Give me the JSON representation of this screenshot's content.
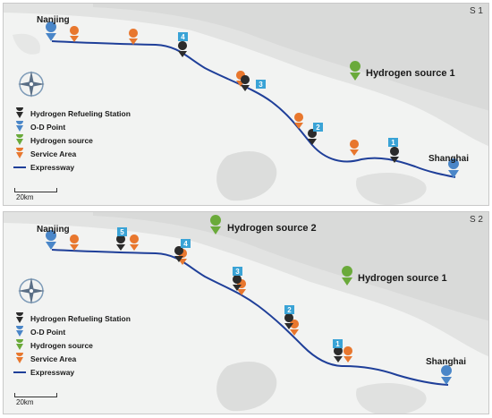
{
  "colors": {
    "land": "#f2f3f2",
    "water": "#dddedd",
    "expressway": "#1f3f99",
    "refueling_station": "#2b2b2b",
    "od_point": "#4a86c8",
    "hydrogen_source": "#6aaa3a",
    "service_area": "#e8772e",
    "station_badge": "#3aa3d6"
  },
  "panels": [
    {
      "tag": "S 1",
      "cities": {
        "start": "Nanjing",
        "end": "Shanghai"
      },
      "hydrogen_sources": [
        "Hydrogen source 1"
      ],
      "station_numbers": [
        "4",
        "3",
        "2",
        "1"
      ]
    },
    {
      "tag": "S 2",
      "cities": {
        "start": "Nanjing",
        "end": "Shanghai"
      },
      "hydrogen_sources": [
        "Hydrogen source 2",
        "Hydrogen source 1"
      ],
      "station_numbers": [
        "5",
        "4",
        "3",
        "2",
        "1"
      ]
    }
  ],
  "legend": {
    "items": [
      {
        "label": "Hydrogen Refueling Station",
        "icon": "pin-black-icon"
      },
      {
        "label": "O-D Point",
        "icon": "pin-blue-icon"
      },
      {
        "label": "Hydrogen source",
        "icon": "pin-green-icon"
      },
      {
        "label": "Service Area",
        "icon": "pin-orange-icon"
      },
      {
        "label": "Expressway",
        "icon": "line-blue-icon"
      }
    ]
  },
  "scale_bar": {
    "label": "20km"
  },
  "compass": {
    "icon": "compass-rose-icon"
  }
}
